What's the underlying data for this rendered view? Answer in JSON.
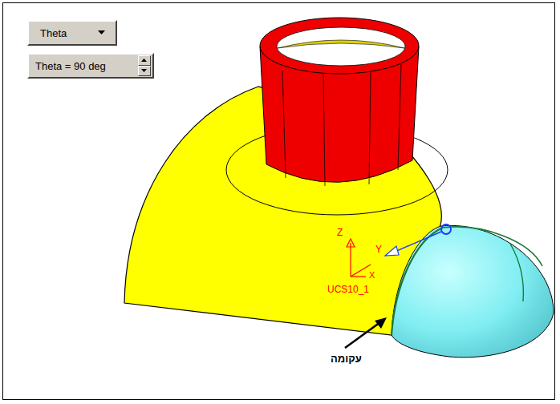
{
  "diagram": {
    "nodes": [
      {
        "text": [
          "Theta"
        ]
      },
      {
        "text": [
          "Theta = 90 deg"
        ]
      }
    ],
    "labels": [
      "Z",
      "Y",
      "X",
      "UCS10_1",
      "עקומה"
    ]
  }
}
